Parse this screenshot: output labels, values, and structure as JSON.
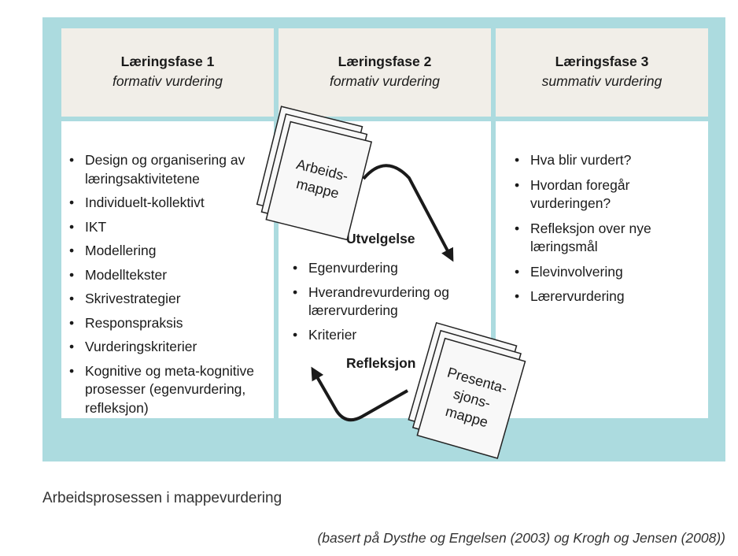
{
  "phases": [
    {
      "title": "Læringsfase 1",
      "subtitle": "formativ vurdering",
      "items": [
        "Design og organisering av læringsaktivitetene",
        "Individuelt-kollektivt",
        "IKT",
        "Modellering",
        "Modelltekster",
        "Skrivestrategier",
        "Responspraksis",
        "Vurderingskriterier",
        "Kognitive og meta-kognitive prosesser (egenvurdering, refleksjon)"
      ]
    },
    {
      "title": "Læringsfase 2",
      "subtitle": "formativ vurdering",
      "items": [
        "Egenvurdering",
        "Hverandrevurdering og lærervurdering",
        "Kriterier"
      ]
    },
    {
      "title": "Læringsfase 3",
      "subtitle": "summativ vurdering",
      "items": [
        "Hva blir vurdert?",
        "Hvordan foregår vurderingen?",
        "Refleksjon over nye læringsmål",
        "Elevinvolvering",
        "Lærervurdering"
      ]
    }
  ],
  "labels": {
    "utvelgelse": "Utvelgelse",
    "refleksjon": "Refleksjon"
  },
  "folders": {
    "arbeidsmappe": [
      "Arbeids-",
      "mappe"
    ],
    "presentasjonsmappe": [
      "Presenta-",
      "sjons-",
      "mappe"
    ]
  },
  "caption": "Arbeidsprosessen i mappevurdering",
  "source": "(basert på Dysthe og Engelsen (2003) og Krogh og Jensen (2008))"
}
